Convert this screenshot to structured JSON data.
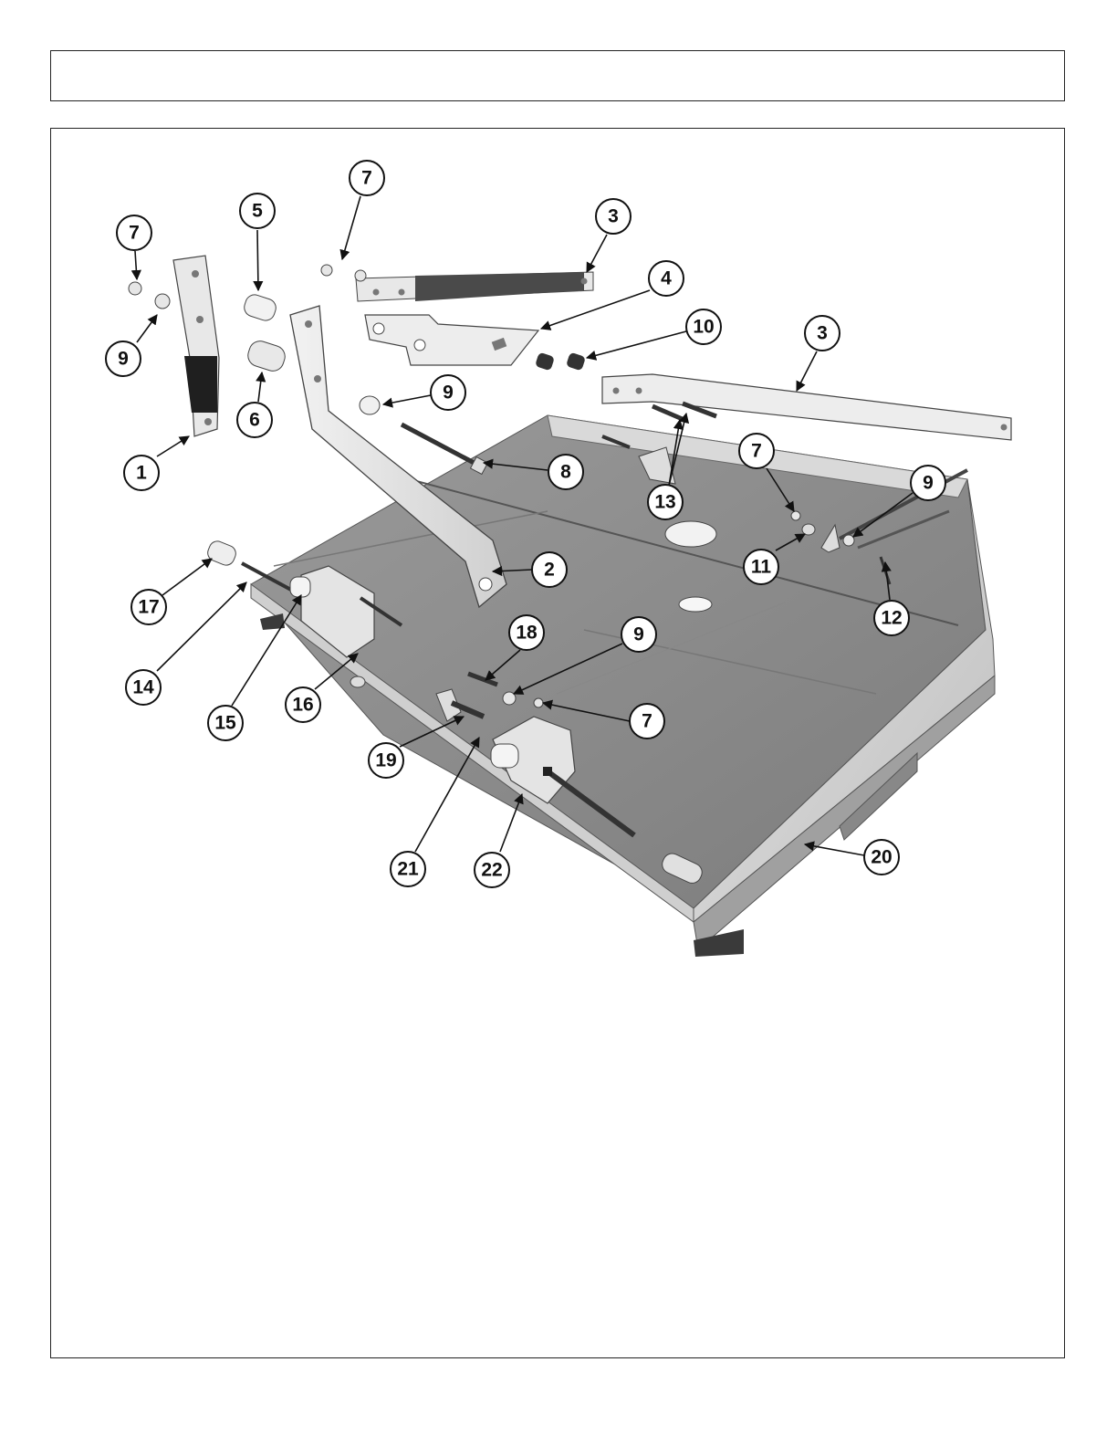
{
  "header": {
    "title": ""
  },
  "diagram": {
    "callouts": [
      {
        "label": "7"
      },
      {
        "label": "9"
      },
      {
        "label": "1"
      },
      {
        "label": "5"
      },
      {
        "label": "6"
      },
      {
        "label": "7"
      },
      {
        "label": "3"
      },
      {
        "label": "4"
      },
      {
        "label": "10"
      },
      {
        "label": "3"
      },
      {
        "label": "9"
      },
      {
        "label": "8"
      },
      {
        "label": "13"
      },
      {
        "label": "7"
      },
      {
        "label": "9"
      },
      {
        "label": "11"
      },
      {
        "label": "12"
      },
      {
        "label": "2"
      },
      {
        "label": "17"
      },
      {
        "label": "14"
      },
      {
        "label": "15"
      },
      {
        "label": "16"
      },
      {
        "label": "18"
      },
      {
        "label": "9"
      },
      {
        "label": "7"
      },
      {
        "label": "19"
      },
      {
        "label": "21"
      },
      {
        "label": "22"
      },
      {
        "label": "20"
      }
    ]
  }
}
